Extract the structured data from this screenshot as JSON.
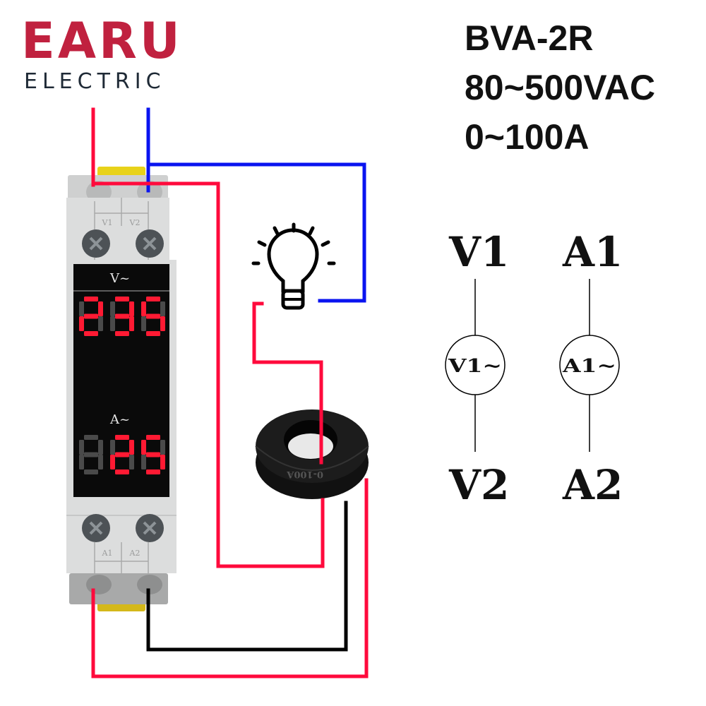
{
  "brand": {
    "name": "EARU",
    "subtitle": "ELECTRIC"
  },
  "specs": {
    "model": "BVA-2R",
    "voltage_range": "80~500VAC",
    "current_range": "0~100A"
  },
  "device": {
    "top_terminals": [
      "V1",
      "V2"
    ],
    "bottom_terminals": [
      "A1",
      "A2"
    ],
    "voltage_label": "V~",
    "current_label": "A~",
    "voltage_reading": "235",
    "current_reading": "25",
    "segment_on_color": "#ff1a33",
    "segment_off_color": "#4a4a4a"
  },
  "current_transformer": {
    "marking": "0-100A"
  },
  "schematic": {
    "voltmeter": {
      "top_label": "V1",
      "symbol_label": "V1~",
      "bottom_label": "V2"
    },
    "ammeter": {
      "top_label": "A1",
      "symbol_label": "A1~",
      "bottom_label": "A2"
    }
  },
  "colors": {
    "live_wire": "#ff0a3c",
    "neutral_wire": "#0a14f0",
    "ct_wire": "#000000",
    "brand_red": "#c0213f"
  }
}
